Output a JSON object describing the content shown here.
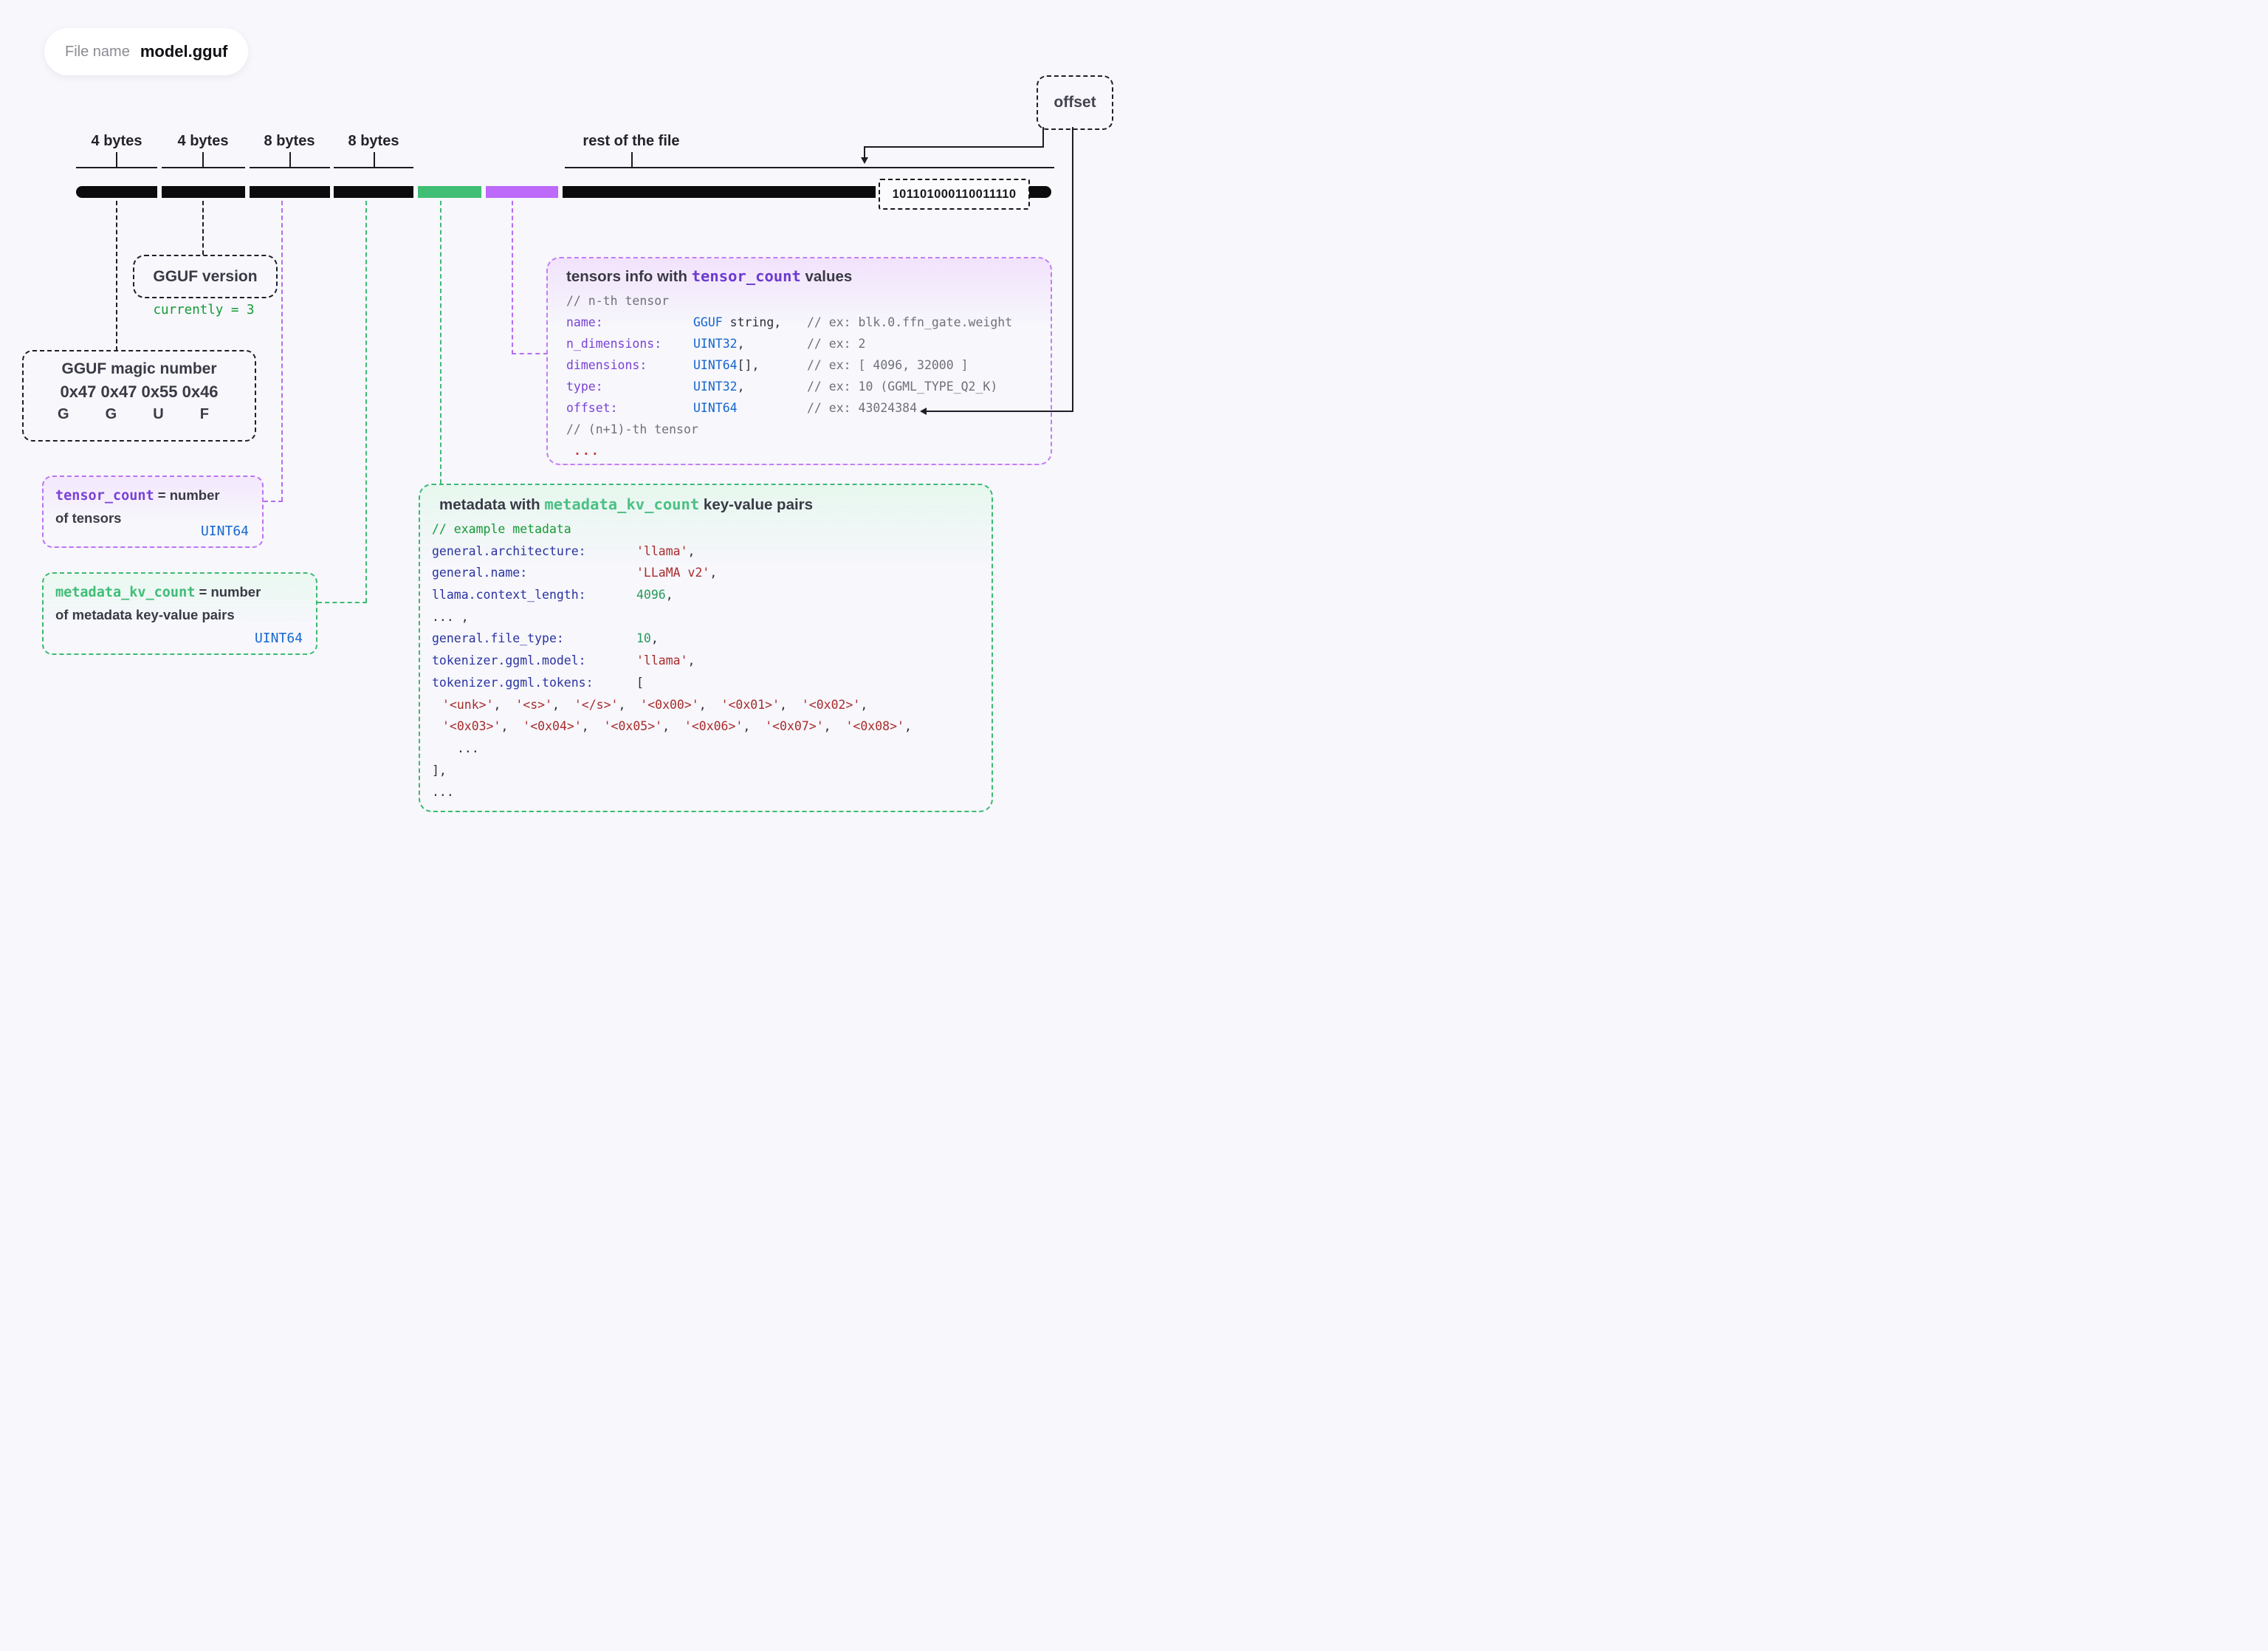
{
  "colors": {
    "bar_black": "#0b0b0d",
    "segment_green": "#3fbe74",
    "segment_purple": "#bd69fa",
    "green_border": "#3cba71",
    "purple_border": "#bd72f5",
    "uint_blue": "#1668cf",
    "code_red": "#a82c2c",
    "code_navy": "#2a33a0",
    "code_green": "#149a34",
    "code_purple": "#7a41d6"
  },
  "file_pill": {
    "label": "File name",
    "value": "model.gguf"
  },
  "offset_box": {
    "label": "offset"
  },
  "bar": {
    "labels": [
      "4 bytes",
      "4 bytes",
      "8 bytes",
      "8 bytes",
      "rest of the file"
    ],
    "segments": [
      {
        "name": "magic-number",
        "color": "#0b0b0d"
      },
      {
        "name": "gguf-version",
        "color": "#0b0b0d"
      },
      {
        "name": "tensor-count",
        "color": "#0b0b0d"
      },
      {
        "name": "metadata-kv-count",
        "color": "#0b0b0d"
      },
      {
        "name": "metadata",
        "color": "#3fbe74"
      },
      {
        "name": "tensors-info",
        "color": "#bd69fa"
      },
      {
        "name": "rest-of-file",
        "color": "#0b0b0d"
      },
      {
        "name": "end-cap",
        "color": "#0b0b0d"
      }
    ],
    "binary_value": "101101000110011110"
  },
  "version_box": {
    "title": "GGUF version",
    "note": "currently = 3"
  },
  "magic_box": {
    "title": "GGUF magic number",
    "hex": "0x47 0x47 0x55 0x46",
    "chars": [
      "G",
      "G",
      "U",
      "F"
    ]
  },
  "tensor_count_box": {
    "keyword": "tensor_count",
    "eq": " = number",
    "line2": "of tensors",
    "type": "UINT64"
  },
  "metadata_kv_count_box": {
    "keyword": "metadata_kv_count",
    "eq": " = number",
    "line2": "of metadata key-value pairs",
    "type": "UINT64"
  },
  "tensors_box": {
    "title": [
      "tensors info with ",
      "tensor_count",
      " values"
    ],
    "rows": [
      {
        "kind": "comment",
        "text": "// n-th tensor"
      },
      {
        "kind": "field",
        "key": "name:",
        "type_blue": "GGUF",
        "type_rest": " string,",
        "comment": "// ex: blk.0.ffn_gate.weight"
      },
      {
        "kind": "field",
        "key": "n_dimensions:",
        "type_blue": "UINT32",
        "type_rest": ",",
        "comment": "// ex: 2"
      },
      {
        "kind": "field",
        "key": "dimensions:",
        "type_blue": "UINT64",
        "type_rest": "[],",
        "comment": "// ex: [ 4096, 32000 ]"
      },
      {
        "kind": "field",
        "key": "type:",
        "type_blue": "UINT32",
        "type_rest": ",",
        "comment": "// ex: 10 (GGML_TYPE_Q2_K)"
      },
      {
        "kind": "field",
        "key": "offset:",
        "type_blue": "UINT64",
        "type_rest": "",
        "comment": "// ex: 43024384"
      },
      {
        "kind": "comment",
        "text": "// (n+1)-th tensor"
      },
      {
        "kind": "ellipsis-red",
        "text": "..."
      }
    ]
  },
  "metadata_box": {
    "title": [
      "metadata with ",
      "metadata_kv_count",
      " key-value pairs"
    ],
    "rows": [
      {
        "kind": "comment-green",
        "text": "// example metadata"
      },
      {
        "kind": "kv",
        "key": "general.architecture:",
        "value": "'llama'",
        "vclass": "str",
        "comma": ","
      },
      {
        "kind": "kv",
        "key": "general.name:",
        "value": "'LLaMA v2'",
        "vclass": "str",
        "comma": ","
      },
      {
        "kind": "kv",
        "key": "llama.context_length:",
        "value": "4096",
        "vclass": "num",
        "comma": ","
      },
      {
        "kind": "plain",
        "text": "... ,"
      },
      {
        "kind": "kv",
        "key": "general.file_type:",
        "value": "10",
        "vclass": "num",
        "comma": ","
      },
      {
        "kind": "kv",
        "key": "tokenizer.ggml.model:",
        "value": "'llama'",
        "vclass": "str",
        "comma": ","
      },
      {
        "kind": "kv",
        "key": "tokenizer.ggml.tokens:",
        "value": "[",
        "vclass": "plainv",
        "comma": ""
      },
      {
        "kind": "tokens",
        "tokens": [
          "'<unk>'",
          "'<s>'",
          "'</s>'",
          "'<0x00>'",
          "'<0x01>'",
          "'<0x02>'"
        ]
      },
      {
        "kind": "tokens",
        "tokens": [
          "'<0x03>'",
          "'<0x04>'",
          "'<0x05>'",
          "'<0x06>'",
          "'<0x07>'",
          "'<0x08>'"
        ]
      },
      {
        "kind": "plain-indent",
        "text": "..."
      },
      {
        "kind": "plain",
        "text": "],"
      },
      {
        "kind": "plain",
        "text": "..."
      }
    ]
  }
}
